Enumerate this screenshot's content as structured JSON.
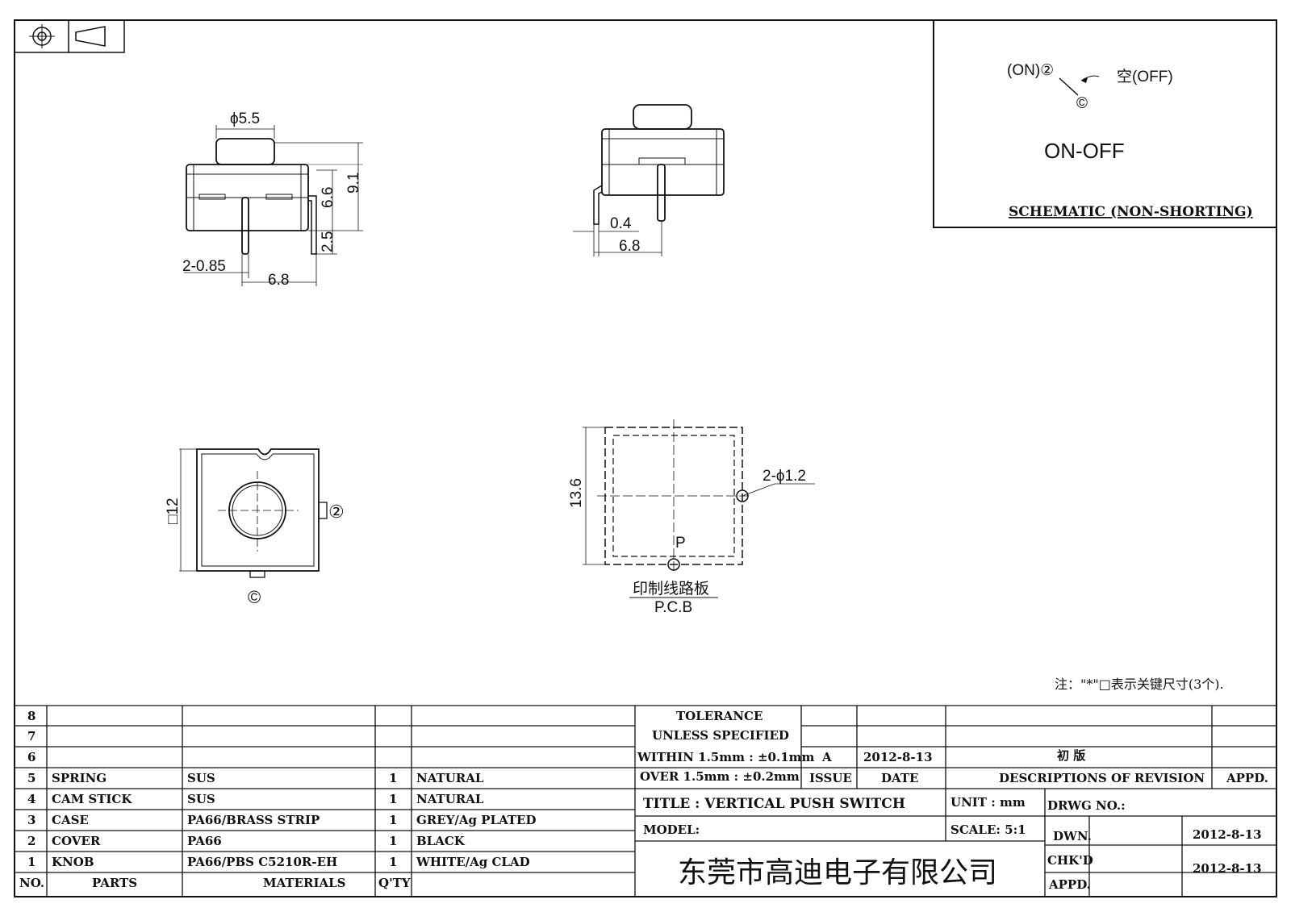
{
  "schematic": {
    "on_label": "(ON)②",
    "off_label": "空(OFF)",
    "common_label": "©",
    "mode": "ON-OFF",
    "caption": "SCHEMATIC (NON-SHORTING)"
  },
  "dims": {
    "knob_dia": "ϕ5.5",
    "height_total": "9.1",
    "body_height": "6.6",
    "pin_length": "2.5",
    "pin_width": "2-0.85",
    "pin_spacing_front": "6.8",
    "pin_thickness": "0.4",
    "pin_spacing_side": "6.8",
    "square_size": "□12",
    "pin2_label": "②",
    "pinc_label": "©",
    "pcb_size": "13.6",
    "pcb_hole": "2-ϕ1.2",
    "pcb_point": "P"
  },
  "pcb_label_cn": "印制线路板",
  "pcb_label_en": "P.C.B",
  "note": "注：\"*\"□表示关键尺寸(3个).",
  "bom": {
    "rows": [
      {
        "no": "8",
        "part": "",
        "material": "",
        "qty": "",
        "finish": ""
      },
      {
        "no": "7",
        "part": "",
        "material": "",
        "qty": "",
        "finish": ""
      },
      {
        "no": "6",
        "part": "",
        "material": "",
        "qty": "",
        "finish": ""
      },
      {
        "no": "5",
        "part": "SPRING",
        "material": "SUS",
        "qty": "1",
        "finish": "NATURAL"
      },
      {
        "no": "4",
        "part": "CAM STICK",
        "material": "SUS",
        "qty": "1",
        "finish": "NATURAL"
      },
      {
        "no": "3",
        "part": "CASE",
        "material": "PA66/BRASS STRIP",
        "qty": "1",
        "finish": "GREY/Ag PLATED"
      },
      {
        "no": "2",
        "part": "COVER",
        "material": "PA66",
        "qty": "1",
        "finish": "BLACK"
      },
      {
        "no": "1",
        "part": "KNOB",
        "material": "PA66/PBS C5210R-EH",
        "qty": "1",
        "finish": "WHITE/Ag CLAD"
      }
    ],
    "header": {
      "no": "NO.",
      "parts": "PARTS",
      "materials": "MATERIALS",
      "qty": "Q'TY"
    }
  },
  "tolerance": {
    "line1": "TOLERANCE",
    "line2": "UNLESS  SPECIFIED",
    "line3": "WITHIN 1.5mm : ±0.1mm",
    "line4": "OVER 1.5mm : ±0.2mm"
  },
  "revision": {
    "issue": "A",
    "date": "2012-8-13",
    "description": "初  版",
    "issue_hdr": "ISSUE",
    "date_hdr": "DATE",
    "desc_hdr": "DESCRIPTIONS OF REVISION",
    "appd_hdr": "APPD."
  },
  "title_block": {
    "title": "TITLE :  VERTICAL PUSH SWITCH",
    "unit": "UNIT :  mm",
    "drwg_no": "DRWG NO.:",
    "model": "MODEL:",
    "scale": "SCALE:  5:1",
    "dwn": "DWN.",
    "dwn_date": "2012-8-13",
    "chkd": "CHK'D",
    "chkd_date": "2012-8-13",
    "appd": "APPD.",
    "company": "东莞市高迪电子有限公司"
  }
}
